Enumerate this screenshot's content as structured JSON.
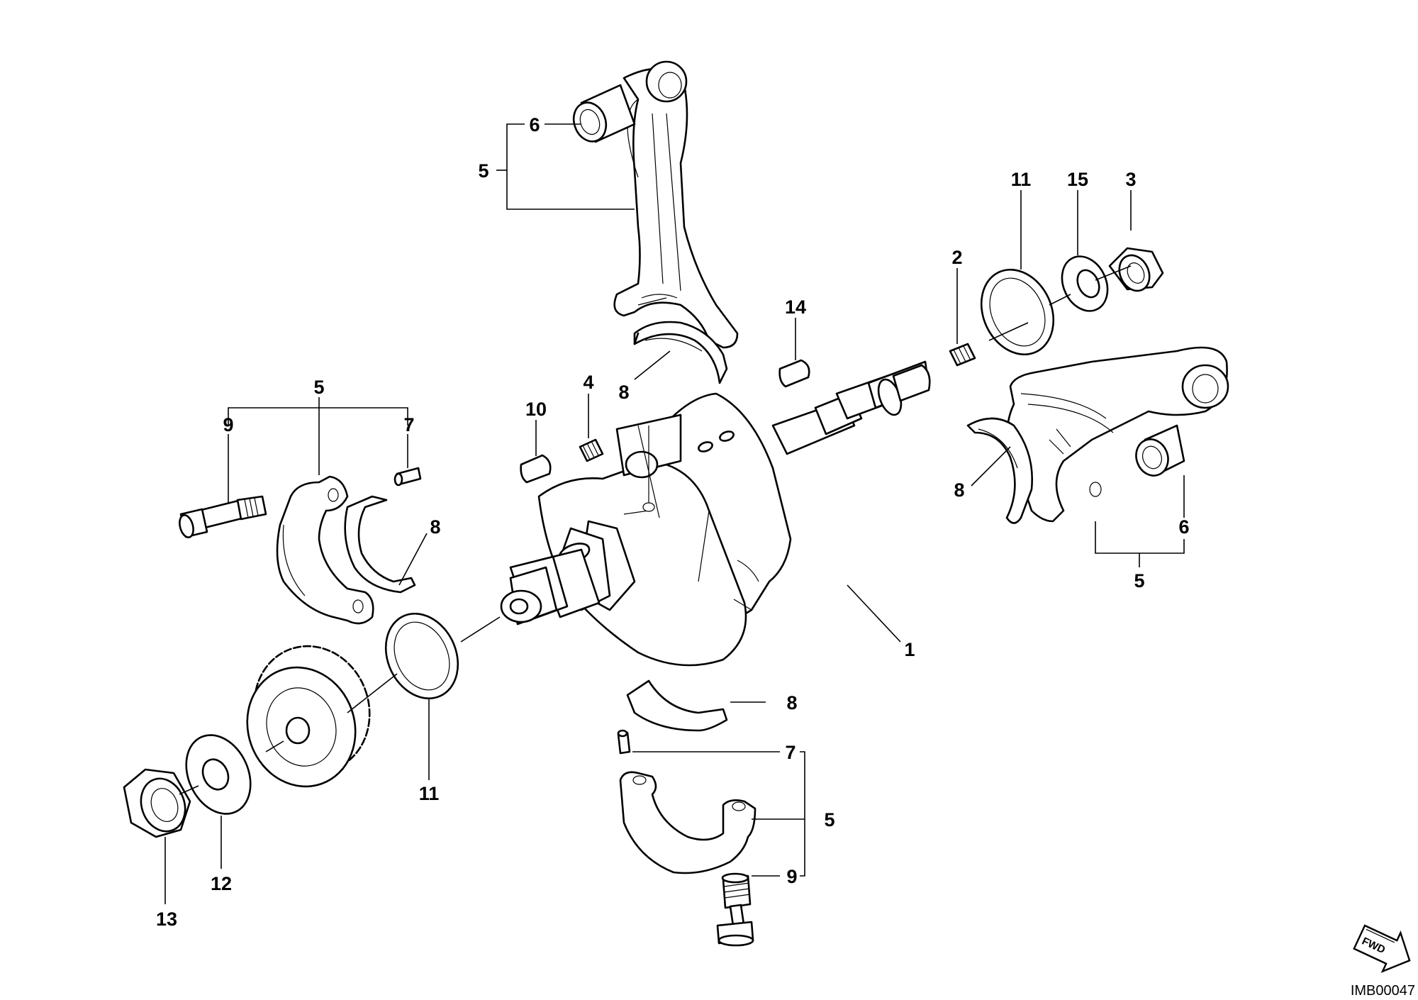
{
  "labels": {
    "l1": "1",
    "l2": "2",
    "l3": "3",
    "l4": "4",
    "l5a": "5",
    "l5b": "5",
    "l5c": "5",
    "l5d": "5",
    "l6a": "6",
    "l6b": "6",
    "l7a": "7",
    "l7b": "7",
    "l8a": "8",
    "l8b": "8",
    "l8c": "8",
    "l8d": "8",
    "l9a": "9",
    "l9b": "9",
    "l10": "10",
    "l11a": "11",
    "l11b": "11",
    "l12": "12",
    "l13": "13",
    "l14": "14",
    "l15": "15"
  },
  "fwd_badge": "FWD",
  "drawing_code": "IMB00047"
}
